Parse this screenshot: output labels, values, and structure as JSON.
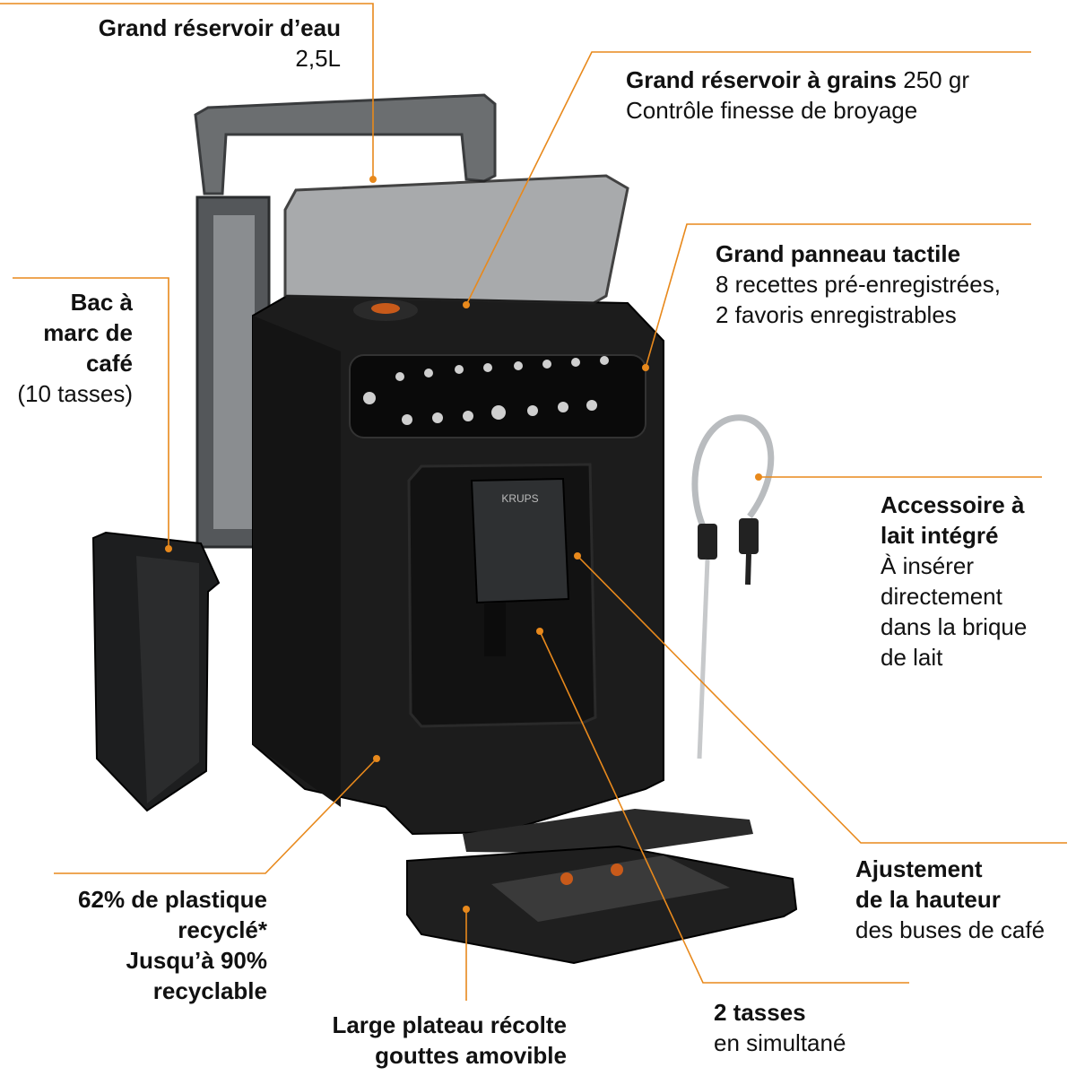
{
  "colors": {
    "leader": "#E8891C",
    "machine": "#1c1c1c",
    "accent": "#c85a1a"
  },
  "brand": "KRUPS",
  "callouts": {
    "water_tank": {
      "title": "Grand réservoir d’eau",
      "detail": "2,5L"
    },
    "bean_tank": {
      "title": "Grand réservoir à grains",
      "title_suffix": " 250 gr",
      "detail": "Contrôle finesse de broyage"
    },
    "touch_panel": {
      "title": "Grand panneau tactile",
      "detail1": "8 recettes pré-enregistrées,",
      "detail2": "2 favoris enregistrables"
    },
    "grounds_bin": {
      "title1": "Bac à",
      "title2": "marc de",
      "title3": "café",
      "detail": "(10 tasses)"
    },
    "milk_accessory": {
      "title1": "Accessoire à",
      "title2": "lait intégré",
      "detail1": "À insérer",
      "detail2": "directement",
      "detail3": "dans la brique",
      "detail4": "de lait"
    },
    "height_adjust": {
      "title1": "Ajustement",
      "title2": "de la hauteur",
      "detail": "des buses de café"
    },
    "recycled": {
      "line1": "62% de plastique",
      "line2": "recyclé*",
      "line3": "Jusqu’à 90%",
      "line4": "recyclable"
    },
    "drip_tray": {
      "line1": "Large plateau récolte",
      "line2": "gouttes amovible"
    },
    "two_cups": {
      "title": "2 tasses",
      "detail": "en simultané"
    }
  }
}
